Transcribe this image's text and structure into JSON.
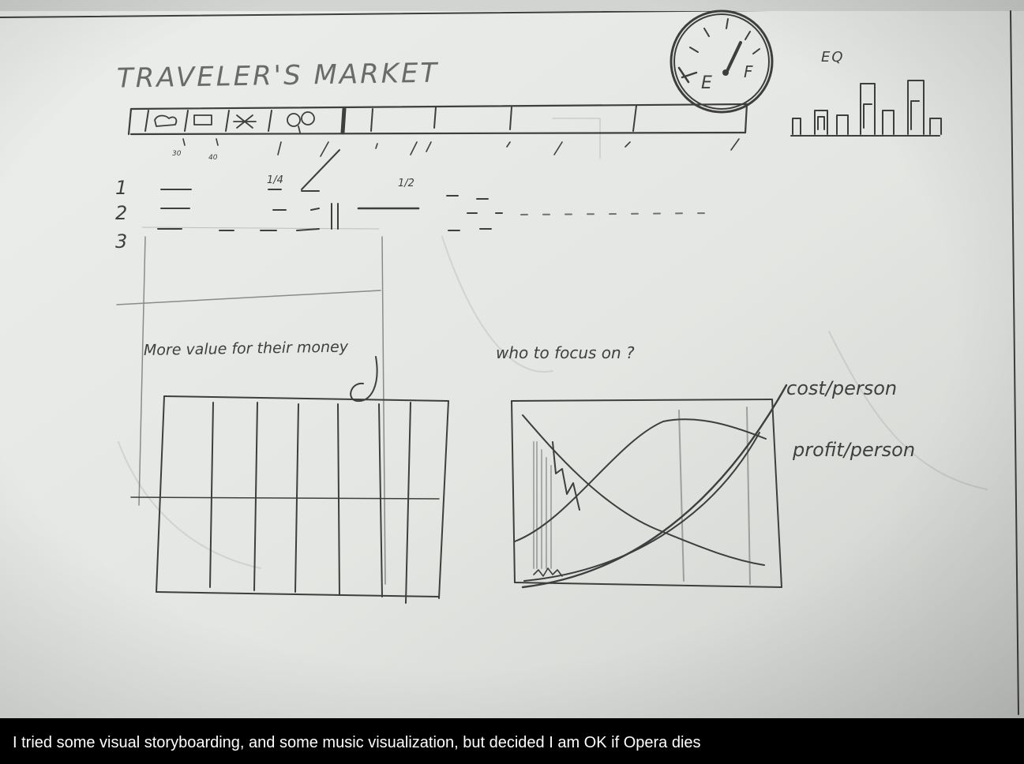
{
  "sketch": {
    "title": "TRAVELER'S MARKET",
    "eq_label": "EQ",
    "gauge_letters": {
      "empty": "E",
      "full": "F"
    },
    "row_labels": [
      "1",
      "2",
      "3"
    ],
    "tick_labels": [
      "30",
      "40"
    ],
    "fractions": [
      "1/4",
      "1/2"
    ],
    "left_chart_caption": "More value for their money",
    "right_chart_caption": "who to focus on ?",
    "legend": [
      "cost/person",
      "profit/person"
    ]
  },
  "caption": {
    "text": "I tried some visual storyboarding, and some music visualization, but decided I am OK if Opera dies"
  },
  "colors": {
    "paper": "#e7e8e6",
    "paper_shadow": "#c9cbc8",
    "pencil": "#3e3e3e",
    "caption_bg": "#000000",
    "caption_text": "#ffffff"
  }
}
